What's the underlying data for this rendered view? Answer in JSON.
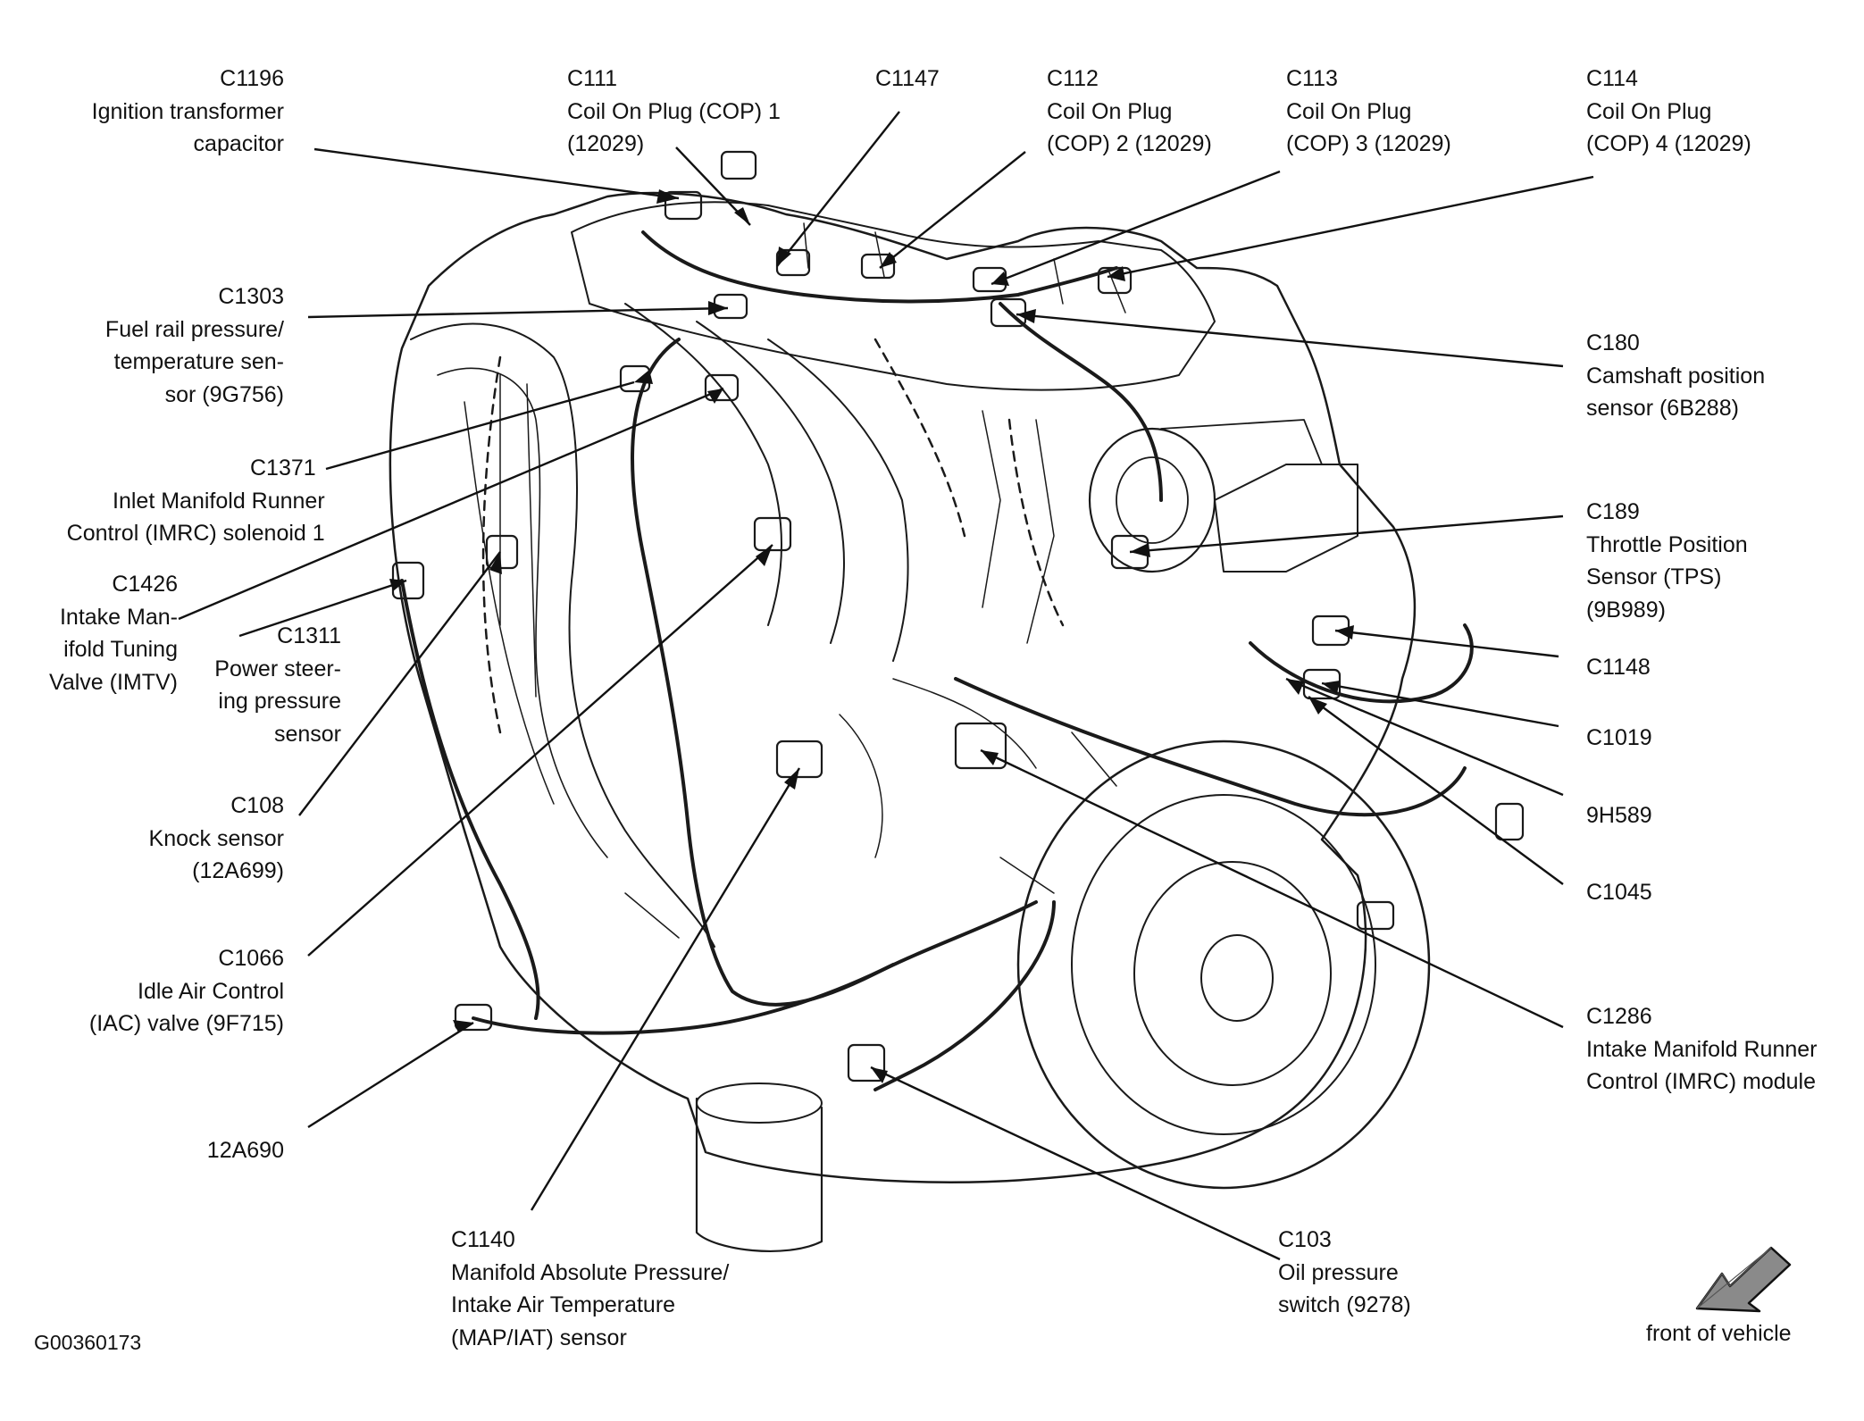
{
  "figure_id": "G00360173",
  "orientation": {
    "label": "front of vehicle",
    "icon": "front-of-vehicle-arrow-icon"
  },
  "callouts": [
    {
      "key": "c1196",
      "lines": [
        "C1196",
        "Ignition transformer",
        "capacitor"
      ]
    },
    {
      "key": "c111",
      "lines": [
        "C111",
        "Coil On Plug (COP) 1",
        "(12029)"
      ]
    },
    {
      "key": "c1147",
      "lines": [
        "C1147"
      ]
    },
    {
      "key": "c112",
      "lines": [
        "C112",
        "Coil On Plug",
        "(COP) 2 (12029)"
      ]
    },
    {
      "key": "c113",
      "lines": [
        "C113",
        "Coil On Plug",
        "(COP) 3 (12029)"
      ]
    },
    {
      "key": "c114",
      "lines": [
        "C114",
        "Coil On Plug",
        "(COP) 4 (12029)"
      ]
    },
    {
      "key": "c1303",
      "lines": [
        "C1303",
        "Fuel rail pressure/",
        "temperature sen-",
        "sor (9G756)"
      ]
    },
    {
      "key": "c180",
      "lines": [
        "C180",
        "Camshaft position",
        "sensor (6B288)"
      ]
    },
    {
      "key": "c1371",
      "lines": [
        "C1371",
        "Inlet Manifold Runner",
        "Control (IMRC) solenoid 1"
      ]
    },
    {
      "key": "c189",
      "lines": [
        "C189",
        "Throttle Position",
        "Sensor (TPS)",
        "(9B989)"
      ]
    },
    {
      "key": "c1426",
      "lines": [
        "C1426",
        "Intake Man-",
        "ifold Tuning",
        "Valve (IMTV)"
      ]
    },
    {
      "key": "c1311",
      "lines": [
        "C1311",
        "Power steer-",
        "ing pressure",
        "sensor"
      ]
    },
    {
      "key": "c1148",
      "lines": [
        "C1148"
      ]
    },
    {
      "key": "c1019",
      "lines": [
        "C1019"
      ]
    },
    {
      "key": "c108",
      "lines": [
        "C108",
        "Knock sensor",
        "(12A699)"
      ]
    },
    {
      "key": "9h589",
      "lines": [
        "9H589"
      ]
    },
    {
      "key": "c1045",
      "lines": [
        "C1045"
      ]
    },
    {
      "key": "c1066",
      "lines": [
        "C1066",
        "Idle Air Control",
        "(IAC) valve (9F715)"
      ]
    },
    {
      "key": "c1286",
      "lines": [
        "C1286",
        "Intake Manifold Runner",
        "Control (IMRC) module"
      ]
    },
    {
      "key": "12a690",
      "lines": [
        "12A690"
      ]
    },
    {
      "key": "c1140",
      "lines": [
        "C1140",
        "Manifold Absolute Pressure/",
        "Intake Air Temperature",
        "(MAP/IAT) sensor"
      ]
    },
    {
      "key": "c103",
      "lines": [
        "C103",
        "Oil pressure",
        "switch (9278)"
      ]
    }
  ]
}
